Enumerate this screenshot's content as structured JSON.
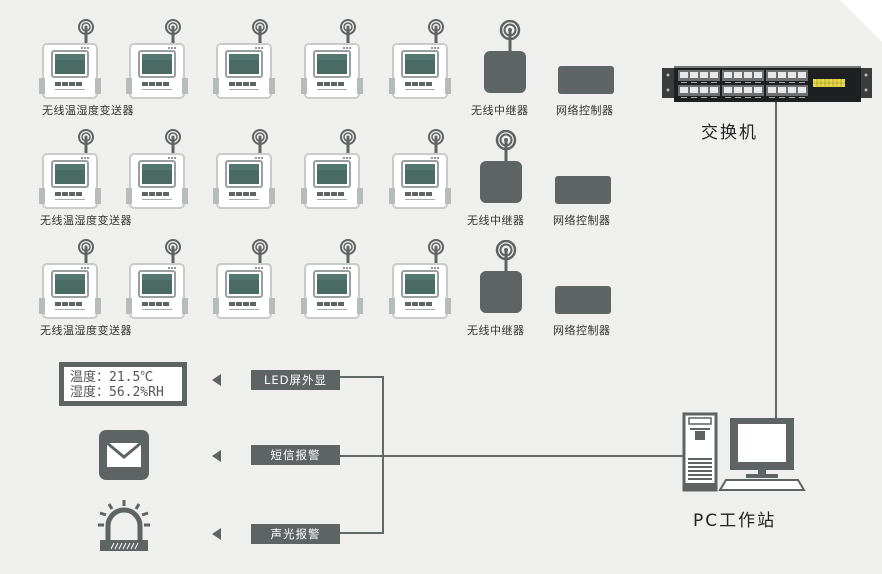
{
  "diagram": {
    "title": "无线温湿度监控系统拓扑",
    "rows": [
      {
        "sensor_label": "无线温湿度变送器",
        "sensor_count": 5,
        "repeater_label": "无线中继器",
        "controller_label": "网络控制器"
      },
      {
        "sensor_label": "无线温湿度变送器",
        "sensor_count": 5,
        "repeater_label": "无线中继器",
        "controller_label": "网络控制器"
      },
      {
        "sensor_label": "无线温湿度变送器",
        "sensor_count": 5,
        "repeater_label": "无线中继器",
        "controller_label": "网络控制器"
      }
    ],
    "switch": {
      "label": "交换机",
      "icon": "network-switch-icon"
    },
    "workstation": {
      "label": "PC工作站",
      "icon": "pc-workstation-icon"
    },
    "outputs": [
      {
        "label": "LED屏外显",
        "icon": "led-display-icon",
        "display_lines": [
          "温度：21.5℃",
          "湿度：56.2%RH"
        ]
      },
      {
        "label": "短信报警",
        "icon": "envelope-icon"
      },
      {
        "label": "声光报警",
        "icon": "alarm-beacon-icon"
      }
    ],
    "colors": {
      "background": "#efefee",
      "device_dark": "#5e6363",
      "switch_body": "#1e1f21",
      "switch_led": "#e7d94a",
      "sensor_screen": "#4a6a64"
    }
  }
}
